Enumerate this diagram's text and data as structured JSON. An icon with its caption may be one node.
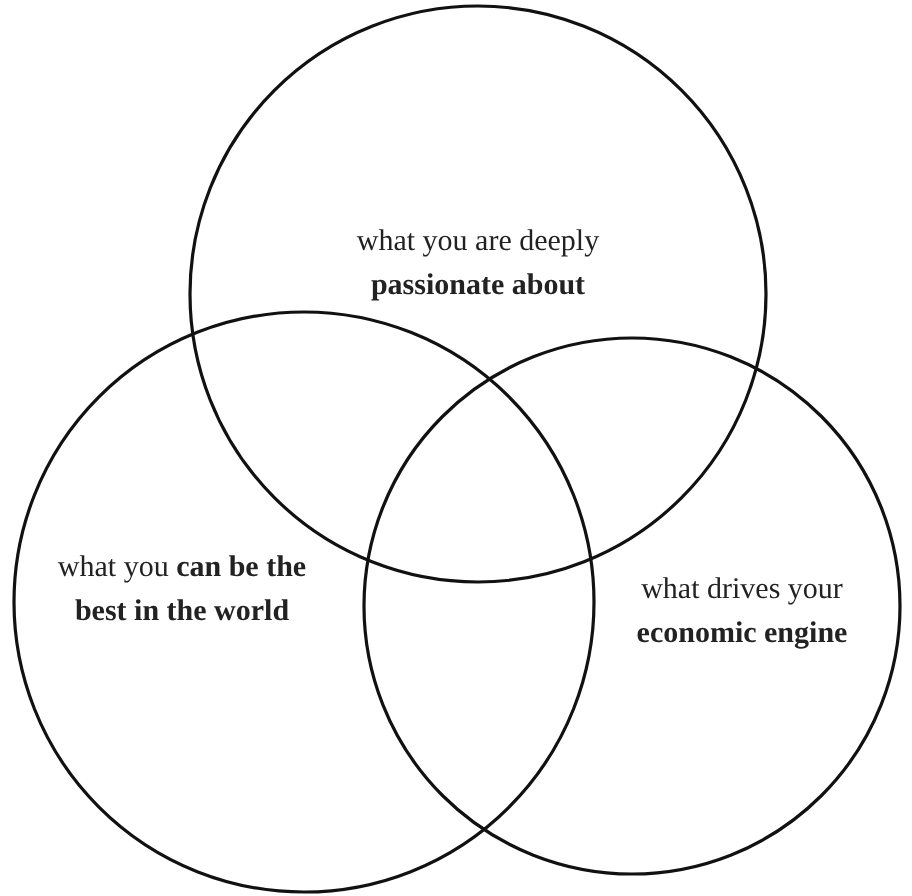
{
  "diagram": {
    "nodes": [
      {
        "text": [
          "what you are deeply **passionate about**"
        ]
      },
      {
        "text": [
          "what you **can be the best in the world**"
        ]
      },
      {
        "text": [
          "what drives your **economic engine**"
        ]
      }
    ]
  }
}
